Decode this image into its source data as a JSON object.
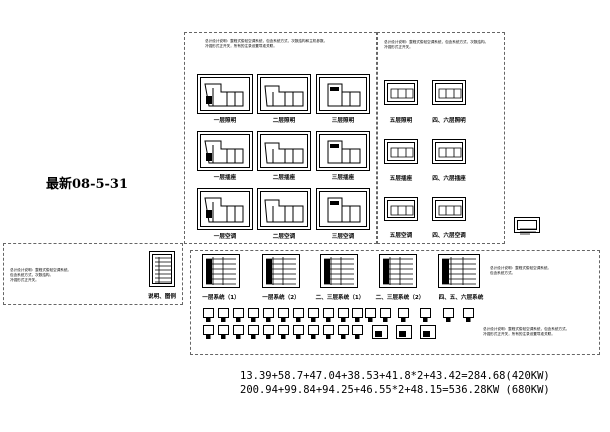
{
  "date_label": "最新08-5-31",
  "top_note": "总计设计说明：整程式俊轻空调系统，包含系统方式，次数结构和主机参数。\n冷强形式正开关，所有的注录设置导准关联。",
  "right_note": "总计设计说明：整程式俊轻空调系统，包含系统方式，次数结构。\n冷强形式正开关。",
  "left_note": "总计设计说明：整程式俊轻空调系统。\n包含系统方式，次数结构。\n冷强形式正开关。",
  "mid_note": "总计设计说明：整程式俊轻空调系统。\n包含系统方式。",
  "bottom_note": "总计设计说明：整程式俊轻空调系统，包含系统方式。\n冷强形式正开关，所有的注录设置导准关联。",
  "plan_labels": {
    "r1": [
      "一层照明",
      "二层照明",
      "三层照明"
    ],
    "r2": [
      "一层插座",
      "二层插座",
      "三层插座"
    ],
    "r3": [
      "一层空调",
      "二层空调",
      "三层空调"
    ]
  },
  "right_labels": {
    "r1": [
      "五层照明",
      "四、六层照明"
    ],
    "r2": [
      "五层插座",
      "四、六层插座"
    ],
    "r3": [
      "五层空调",
      "四、六层空调"
    ]
  },
  "legend_label": "说明、图例",
  "system_labels": [
    "一层系统（1）",
    "一层系统（2）",
    "二、三层系统（1）",
    "二、三层系统（2）",
    "四、五、六层系统"
  ],
  "formula1": "13.39+58.7+47.04+38.53+41.8*2+43.42=284.68(420KW)",
  "formula2": "200.94+99.84+94.25+46.55*2+48.15=536.28KW (680KW)"
}
